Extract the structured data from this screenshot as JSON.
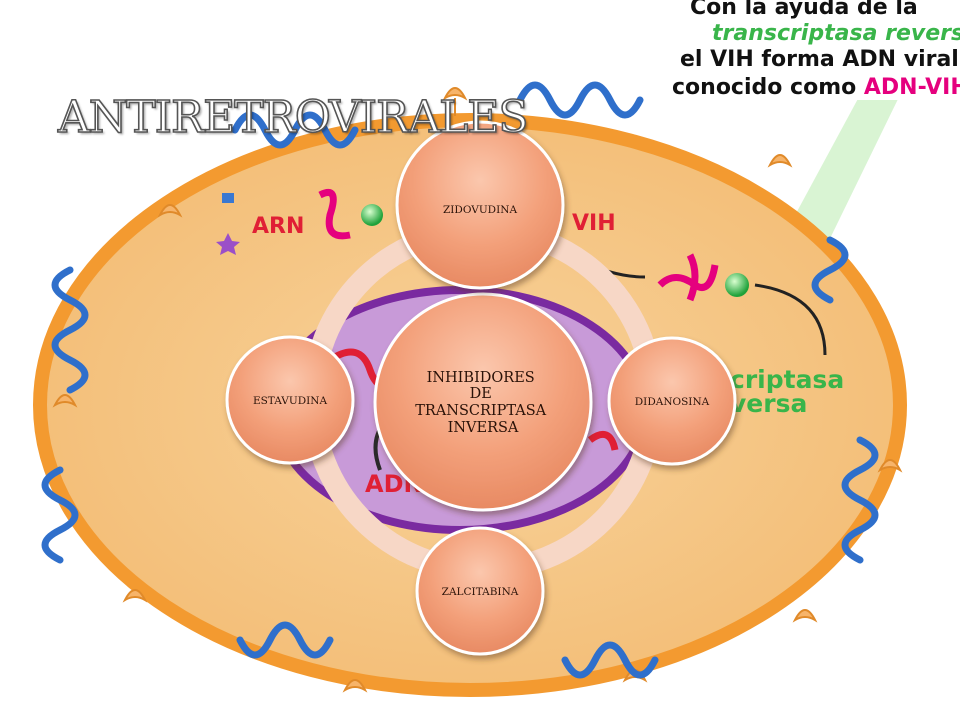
{
  "slide": {
    "title": "ANTIRETROVIRALES"
  },
  "background": {
    "caption_lines": [
      "Con la ayuda de la",
      "transcriptasa reversa",
      "el VIH forma ADN viral",
      "conocido como ",
      "ADN-VIH"
    ],
    "labels": {
      "arn": "ARN",
      "vih": "VIH",
      "adn": "ADN",
      "transcriptasa": "criptasa",
      "reversa": "versa"
    }
  },
  "diagram": {
    "center": {
      "lines": [
        "INHIBIDORES",
        "DE",
        "TRANSCRIPTASA",
        "INVERSA"
      ]
    },
    "nodes": [
      {
        "label": "ZIDOVUDINA"
      },
      {
        "label": "DIDANOSINA"
      },
      {
        "label": "ZALCITABINA"
      },
      {
        "label": "ESTAVUDINA"
      }
    ]
  },
  "colors": {
    "cell_fill": "#f5c483",
    "cell_border": "#f39a30",
    "nucleus_fill": "#c89ad8",
    "nucleus_border": "#7a2aa0",
    "virus_squiggle": "#2f6fcb",
    "caption_green": "#39b54a",
    "caption_pink": "#e5007e",
    "ring": "#f7d7c6",
    "node_fill": "#f2a27c"
  }
}
